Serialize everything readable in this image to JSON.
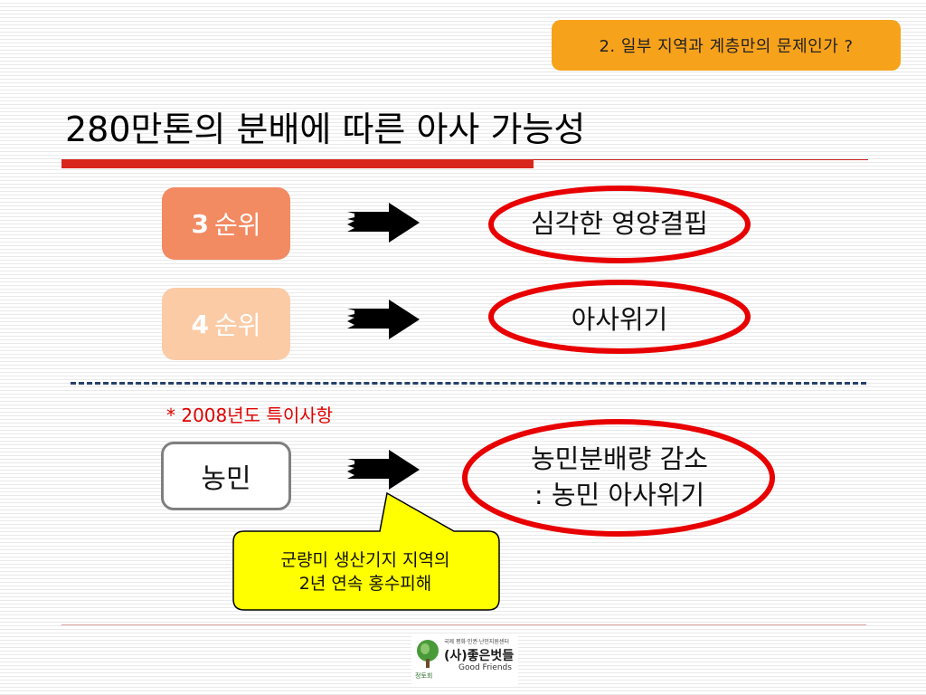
{
  "header": {
    "section_tag": "2. 일부 지역과 계층만의 문제인가 ?",
    "title": "280만톤의 분배에 따른 아사 가능성"
  },
  "rows": [
    {
      "rank_num": "3",
      "rank_word": "순위",
      "result": "심각한 영양결핍"
    },
    {
      "rank_num": "4",
      "rank_word": "순위",
      "result": "아사위기"
    }
  ],
  "special": {
    "note": "* 2008년도 특이사항",
    "subject": "농민",
    "result_line1": "농민분배량 감소",
    "result_line2": ": 농민 아사위기",
    "callout_line1": "군량미 생산기지 지역의",
    "callout_line2": "2년 연속 홍수피해"
  },
  "logo": {
    "top_text": "국제 평화·인권·난민지원센터",
    "name": "(사)좋은벗들",
    "name_en": "Good Friends",
    "small": "정토회"
  },
  "colors": {
    "accent_orange": "#f7a21b",
    "rank3": "#f28a62",
    "rank4": "#fbcba6",
    "red": "#e00000",
    "callout": "#ffff00"
  }
}
